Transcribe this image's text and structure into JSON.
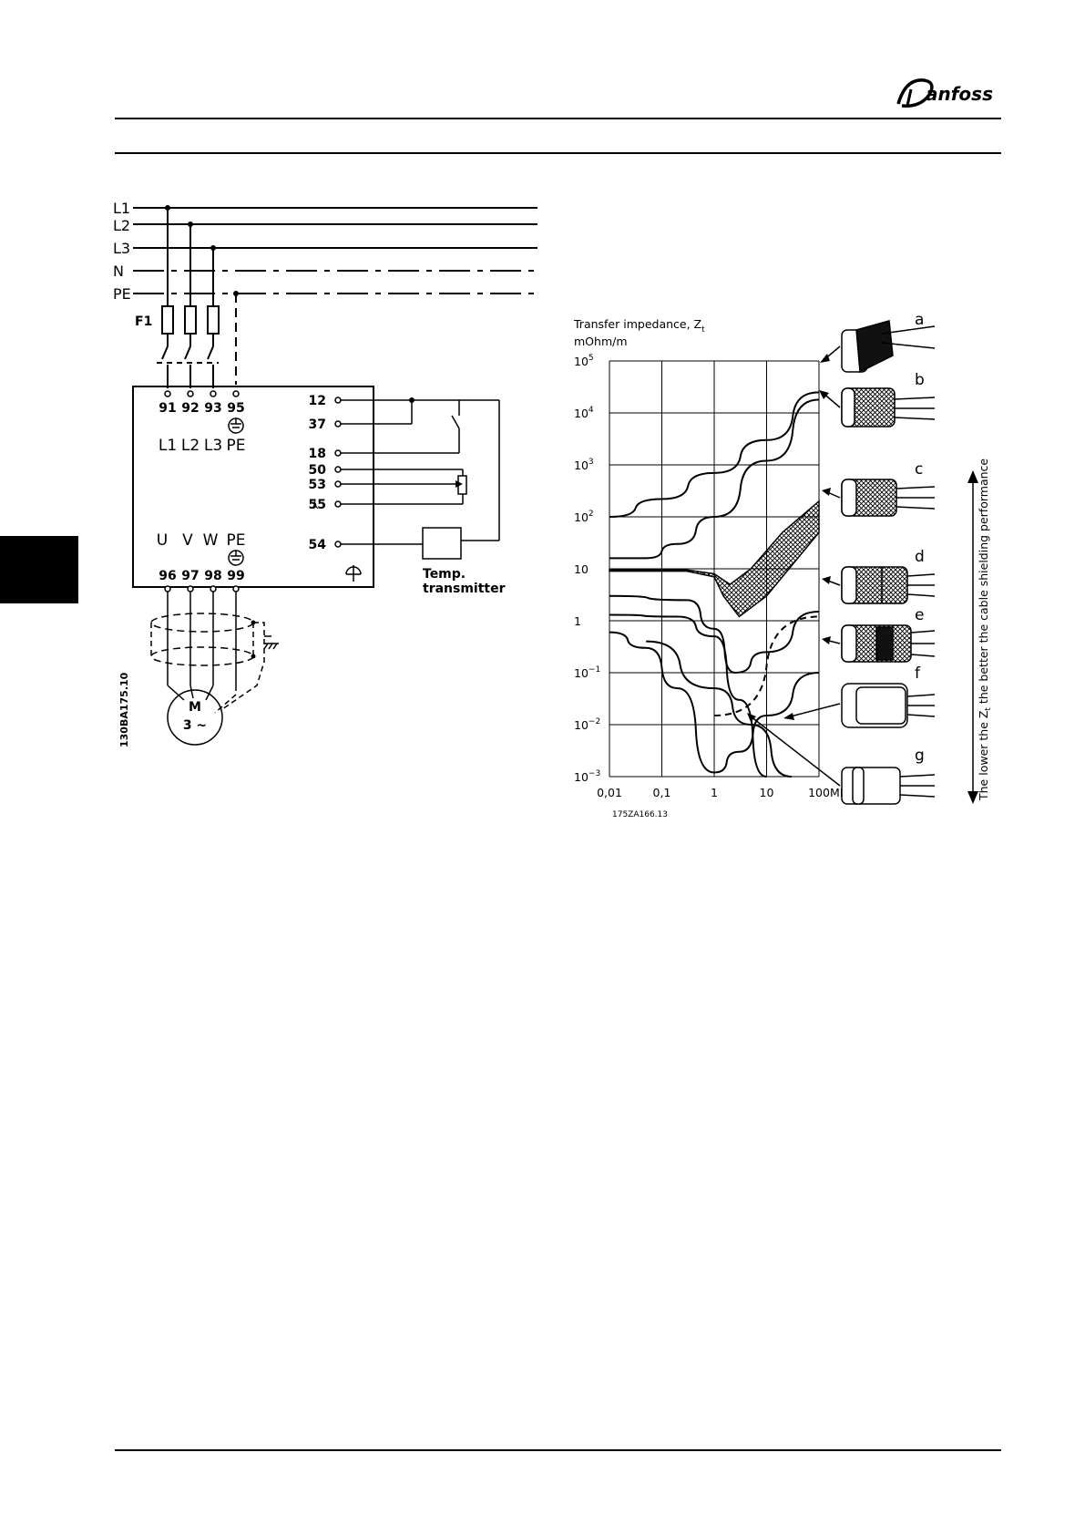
{
  "header": {
    "brand": "Danfoss"
  },
  "wiring": {
    "supply_lines": [
      "L1",
      "L2",
      "L3",
      "N",
      "PE"
    ],
    "fuse_label": "F1",
    "input_terminals": [
      "91",
      "92",
      "93",
      "95"
    ],
    "input_labels": [
      "L1",
      "L2",
      "L3",
      "PE"
    ],
    "control_terminals": [
      "12",
      "37",
      "18",
      "50",
      "53",
      "55",
      "54"
    ],
    "output_labels": [
      "U",
      "V",
      "W",
      "PE"
    ],
    "output_terminals": [
      "96",
      "97",
      "98",
      "99"
    ],
    "transmitter_line1": "Temp.",
    "transmitter_line2": "transmitter",
    "motor_label": "M",
    "motor_phase": "3 ~",
    "figure_code": "130BA175.10"
  },
  "chart_data": {
    "type": "line",
    "title": "Transfer impedance, Z",
    "title_sub": "t",
    "unit": "mOhm/m",
    "x_ticks": [
      "0,01",
      "0,1",
      "1",
      "10",
      "100"
    ],
    "x_unit": "MHz",
    "y_ticks": [
      {
        "base": "10",
        "exp": "5"
      },
      {
        "base": "10",
        "exp": "4"
      },
      {
        "base": "10",
        "exp": "3"
      },
      {
        "base": "10",
        "exp": "2"
      },
      {
        "base": "10",
        "exp": ""
      },
      {
        "base": "1",
        "exp": ""
      },
      {
        "base": "10",
        "exp": "−1"
      },
      {
        "base": "10",
        "exp": "−2"
      },
      {
        "base": "10",
        "exp": "−3"
      }
    ],
    "xlim": [
      0.01,
      100
    ],
    "ylim": [
      0.001,
      100000
    ],
    "scale": "log-log",
    "grid": true,
    "series": [
      {
        "name": "a",
        "x": [
          0.01,
          0.1,
          1,
          10,
          100
        ],
        "y": [
          100,
          220,
          700,
          3000,
          25000
        ]
      },
      {
        "name": "b",
        "x": [
          0.01,
          0.05,
          0.2,
          1,
          10,
          100
        ],
        "y": [
          16,
          16,
          30,
          100,
          1200,
          18000
        ]
      },
      {
        "name": "c-lower",
        "x": [
          0.01,
          0.3,
          1,
          1.5,
          3,
          10,
          100
        ],
        "y": [
          9,
          9,
          7,
          3,
          1.2,
          3,
          50
        ]
      },
      {
        "name": "c-upper",
        "x": [
          0.01,
          0.3,
          1,
          2,
          5,
          20,
          100
        ],
        "y": [
          9.5,
          9.5,
          8,
          5,
          10,
          50,
          200
        ]
      },
      {
        "name": "d",
        "x": [
          0.01,
          0.3,
          1,
          2.5,
          10,
          100
        ],
        "y": [
          3,
          2.5,
          0.7,
          0.1,
          0.25,
          1.5
        ]
      },
      {
        "name": "e",
        "x": [
          0.01,
          0.2,
          1,
          3,
          10
        ],
        "y": [
          1.3,
          1.2,
          0.5,
          0.03,
          0.001
        ]
      },
      {
        "name": "f-dashed",
        "x": [
          1,
          100
        ],
        "y": [
          0.015,
          1.2
        ]
      },
      {
        "name": "g",
        "x": [
          0.01,
          0.05,
          0.2,
          1,
          3,
          10,
          100
        ],
        "y": [
          0.6,
          0.3,
          0.05,
          0.0012,
          0.003,
          0.015,
          0.1
        ]
      },
      {
        "name": "g-tail",
        "x": [
          0.05,
          1,
          5,
          30
        ],
        "y": [
          0.4,
          0.05,
          0.01,
          0.001
        ]
      }
    ],
    "cable_labels": [
      "a",
      "b",
      "c",
      "d",
      "e",
      "f",
      "g"
    ],
    "side_note_pre": "The lower the Z",
    "side_note_sub": "t",
    "side_note_post": " the better the cable shielding performance",
    "figure_code": "175ZA166.13"
  }
}
